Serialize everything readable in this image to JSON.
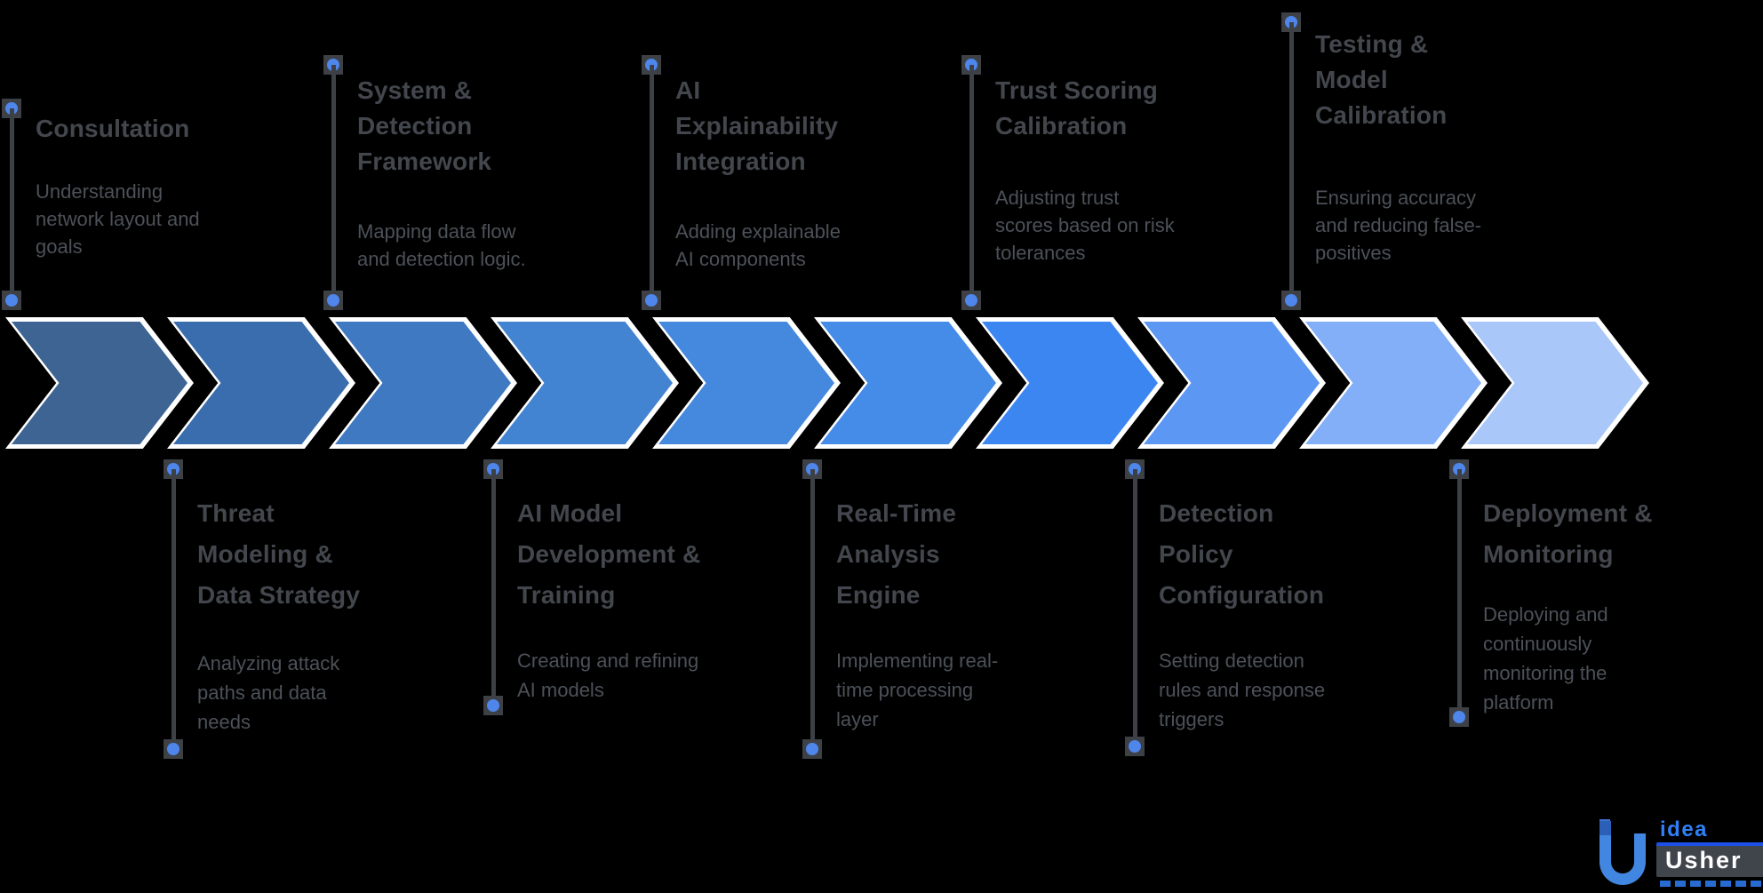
{
  "colors": {
    "background": "#000000",
    "title_text": "#43474d",
    "description_text": "#4c5158",
    "connector": "#3d4146",
    "dot": "#4e86ec",
    "chevron_border": "#ffffff"
  },
  "chevrons": [
    "#3d6493",
    "#3a6dad",
    "#3e79c2",
    "#4384d2",
    "#4489dd",
    "#448ce8",
    "#3c86f2",
    "#5b97f3",
    "#82aff7",
    "#aac7f9"
  ],
  "top_items": [
    {
      "title": "Consultation",
      "description": "Understanding\nnetwork layout and\ngoals"
    },
    {
      "title": "System &\nDetection\nFramework",
      "description": "Mapping data flow\nand detection logic."
    },
    {
      "title": "AI\nExplainability\nIntegration",
      "description": "Adding explainable\nAI components"
    },
    {
      "title": "Trust Scoring\nCalibration",
      "description": "Adjusting trust\nscores based on risk\ntolerances"
    },
    {
      "title": "Testing &\nModel\nCalibration",
      "description": "Ensuring accuracy\nand reducing false-\npositives"
    }
  ],
  "bottom_items": [
    {
      "title": "Threat\nModeling &\nData Strategy",
      "description": "Analyzing attack\npaths and data\nneeds"
    },
    {
      "title": "AI Model\nDevelopment &\nTraining",
      "description": "Creating and refining\nAI models"
    },
    {
      "title": "Real-Time\nAnalysis\nEngine",
      "description": "Implementing real-\ntime processing\nlayer"
    },
    {
      "title": "Detection\nPolicy\nConfiguration",
      "description": "Setting detection\nrules and response\ntriggers"
    },
    {
      "title": "Deployment &\nMonitoring",
      "description": "Deploying and\ncontinuously\nmonitoring the\nplatform"
    }
  ],
  "logo": {
    "idea_label": "idea",
    "usher_label": "Usher"
  }
}
